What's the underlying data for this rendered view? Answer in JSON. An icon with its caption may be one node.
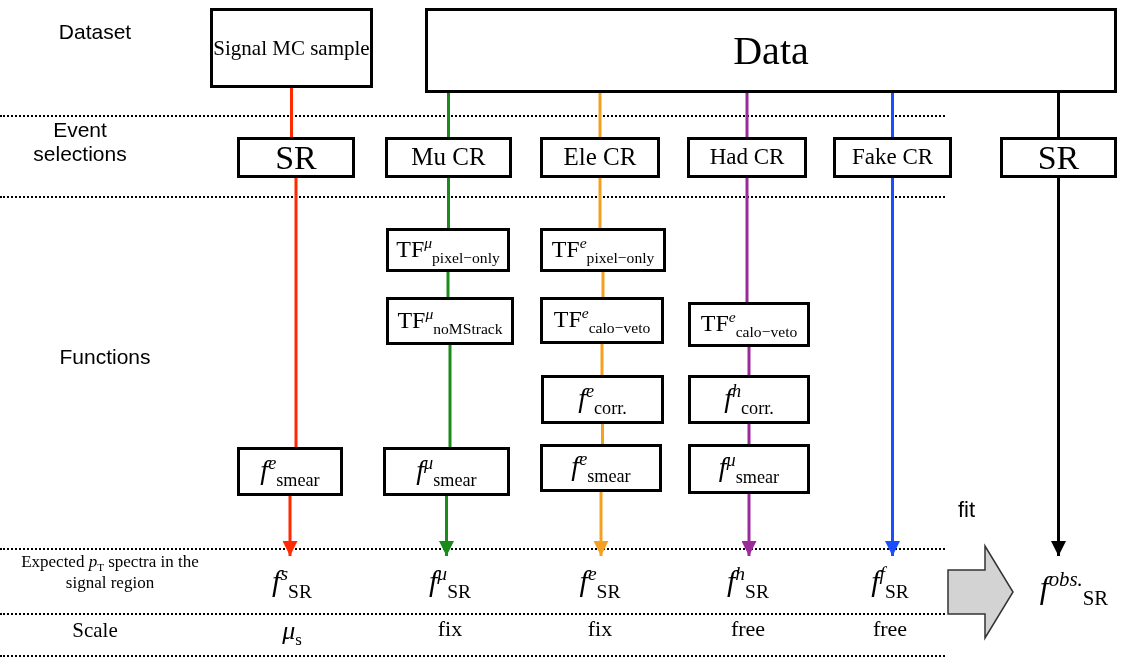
{
  "diagram": {
    "nodes": [
      {
        "text": [
          "Signal MC sample"
        ]
      },
      {
        "text": [
          "Data"
        ]
      },
      {
        "text": [
          "SR"
        ]
      },
      {
        "text": [
          "Mu CR"
        ]
      },
      {
        "text": [
          "Ele CR"
        ]
      },
      {
        "text": [
          "Had CR"
        ]
      },
      {
        "text": [
          "Fake CR"
        ]
      },
      {
        "text": [
          "SR"
        ]
      },
      {
        "text": [
          "TF$^{μ}$$_{pixel−only}$"
        ]
      },
      {
        "text": [
          "TF$^{e}$$_{pixel−only}$"
        ]
      },
      {
        "text": [
          "TF$^{μ}$$_{noMStrack}$"
        ]
      },
      {
        "text": [
          "TF$^{e}$$_{calo−veto}$"
        ]
      },
      {
        "text": [
          "TF$^{e}$$_{calo−veto}$"
        ]
      },
      {
        "text": [
          "*f*$^{e}$$_{corr.}$"
        ]
      },
      {
        "text": [
          "*f*$^{h}$$_{corr.}$"
        ]
      },
      {
        "text": [
          "*f*$^{e}$$_{smear}$"
        ]
      },
      {
        "text": [
          "*f*$^{μ}$$_{smear}$"
        ]
      },
      {
        "text": [
          "*f*$^{e}$$_{smear}$"
        ]
      },
      {
        "text": [
          "*f*$^{μ}$$_{smear}$"
        ]
      },
      {
        "text": [
          "*f*$^{s}$$_{SR}$"
        ]
      },
      {
        "text": [
          "*f*$^{μ}$$_{SR}$"
        ]
      },
      {
        "text": [
          "*f*$^{e}$$_{SR}$"
        ]
      },
      {
        "text": [
          "*f*$^{h}$$_{SR}$"
        ]
      },
      {
        "text": [
          "*f*$^{f}$$_{SR}$"
        ]
      },
      {
        "text": [
          "*f*$^{obs.}$$_{SR}$"
        ]
      }
    ],
    "edges": [
      {
        "from": 0,
        "to": 2,
        "arrow": "none",
        "color": "#ff2a00"
      },
      {
        "from": 2,
        "to": 15,
        "arrow": "none",
        "color": "#ff2a00"
      },
      {
        "from": 15,
        "to": 19,
        "arrow": "to",
        "color": "#ff2a00"
      },
      {
        "from": 1,
        "to": 3,
        "arrow": "none",
        "color": "#1a8a1a"
      },
      {
        "from": 3,
        "to": 8,
        "arrow": "none",
        "color": "#1a8a1a"
      },
      {
        "from": 8,
        "to": 10,
        "arrow": "none",
        "color": "#1a8a1a"
      },
      {
        "from": 10,
        "to": 16,
        "arrow": "none",
        "color": "#1a8a1a"
      },
      {
        "from": 16,
        "to": 20,
        "arrow": "to",
        "color": "#1a8a1a"
      },
      {
        "from": 1,
        "to": 4,
        "arrow": "none",
        "color": "#f5a020"
      },
      {
        "from": 4,
        "to": 9,
        "arrow": "none",
        "color": "#f5a020"
      },
      {
        "from": 9,
        "to": 11,
        "arrow": "none",
        "color": "#f5a020"
      },
      {
        "from": 11,
        "to": 13,
        "arrow": "none",
        "color": "#f5a020"
      },
      {
        "from": 13,
        "to": 17,
        "arrow": "none",
        "color": "#f5a020"
      },
      {
        "from": 17,
        "to": 21,
        "arrow": "to",
        "color": "#f5a020"
      },
      {
        "from": 1,
        "to": 5,
        "arrow": "none",
        "color": "#9b2a9b"
      },
      {
        "from": 5,
        "to": 12,
        "arrow": "none",
        "color": "#9b2a9b"
      },
      {
        "from": 12,
        "to": 14,
        "arrow": "none",
        "color": "#9b2a9b"
      },
      {
        "from": 14,
        "to": 18,
        "arrow": "none",
        "color": "#9b2a9b"
      },
      {
        "from": 18,
        "to": 22,
        "arrow": "to",
        "color": "#9b2a9b"
      },
      {
        "from": 1,
        "to": 6,
        "arrow": "none",
        "color": "#1a4dff"
      },
      {
        "from": 6,
        "to": 23,
        "arrow": "to",
        "color": "#1a4dff"
      },
      {
        "from": 1,
        "to": 7,
        "arrow": "none",
        "color": "#000000"
      },
      {
        "from": 7,
        "to": 24,
        "arrow": "to",
        "color": "#000000"
      },
      {
        "from": 23,
        "to": 24,
        "arrow": "to",
        "label": "fit",
        "style": "thick",
        "color": "#d3d3d3"
      }
    ],
    "labels": [
      "Dataset",
      "Event selections",
      "Functions",
      "Expected *p*$_{T}$ spectra in the signal region",
      "Scale",
      "*μ*$_{s}$",
      "fix",
      "fix",
      "free",
      "free"
    ]
  }
}
